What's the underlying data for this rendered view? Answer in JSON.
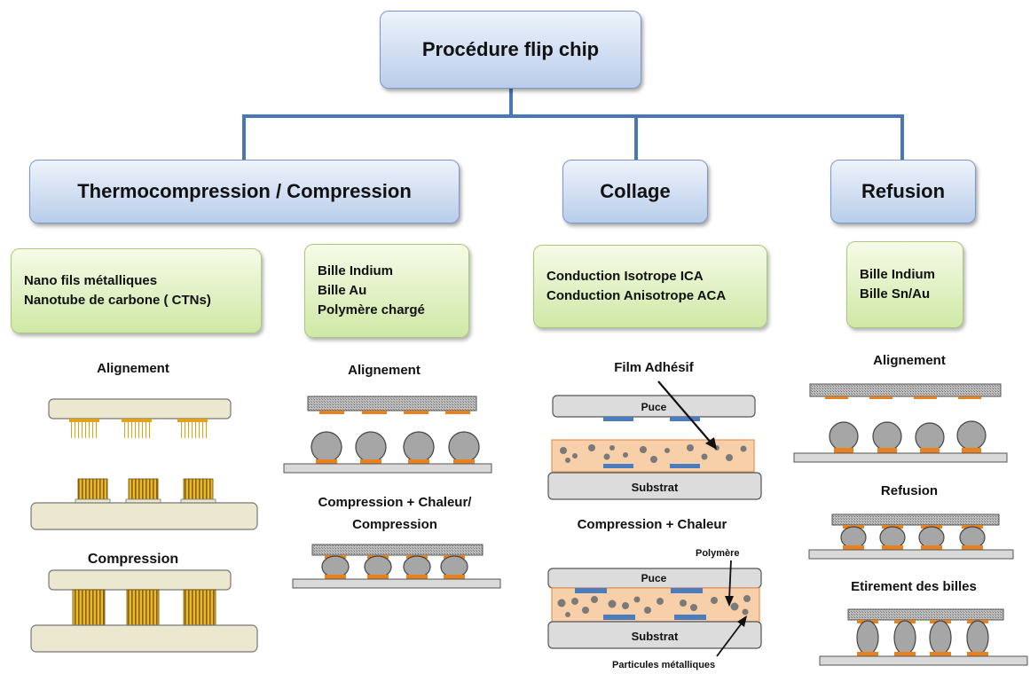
{
  "title": "Procédure flip chip",
  "categories": {
    "thermo": "Thermocompression / Compression",
    "collage": "Collage",
    "refusion": "Refusion"
  },
  "materials": {
    "nano": [
      "Nano fils métalliques",
      "Nanotube de carbone ( CTNs)"
    ],
    "bille": [
      "Bille Indium",
      "Bille Au",
      "Polymère chargé"
    ],
    "conduction": [
      "Conduction Isotrope ICA",
      "Conduction Anisotrope ACA"
    ],
    "refusion_bille": [
      "Bille Indium",
      "Bille Sn/Au"
    ]
  },
  "steps": {
    "nano_align": "Alignement",
    "nano_compress": "Compression",
    "bille_align": "Alignement",
    "bille_compress_1": "Compression + Chaleur/",
    "bille_compress_2": "Compression",
    "collage_film": "Film Adhésif",
    "collage_compress": "Compression + Chaleur",
    "refusion_align": "Alignement",
    "refusion_reflow": "Refusion",
    "refusion_stretch": "Etirement des billes"
  },
  "labels": {
    "puce": "Puce",
    "substrat": "Substrat",
    "polymere": "Polymère",
    "particules": "Particules métalliques"
  },
  "colors": {
    "connector": "#4a78b6",
    "chip": "#ece8cf",
    "pad": "#e8821e",
    "bump": "#a6a6a6",
    "adhesive": "#f7cfa8",
    "blue_pad": "#4a7cc0"
  }
}
